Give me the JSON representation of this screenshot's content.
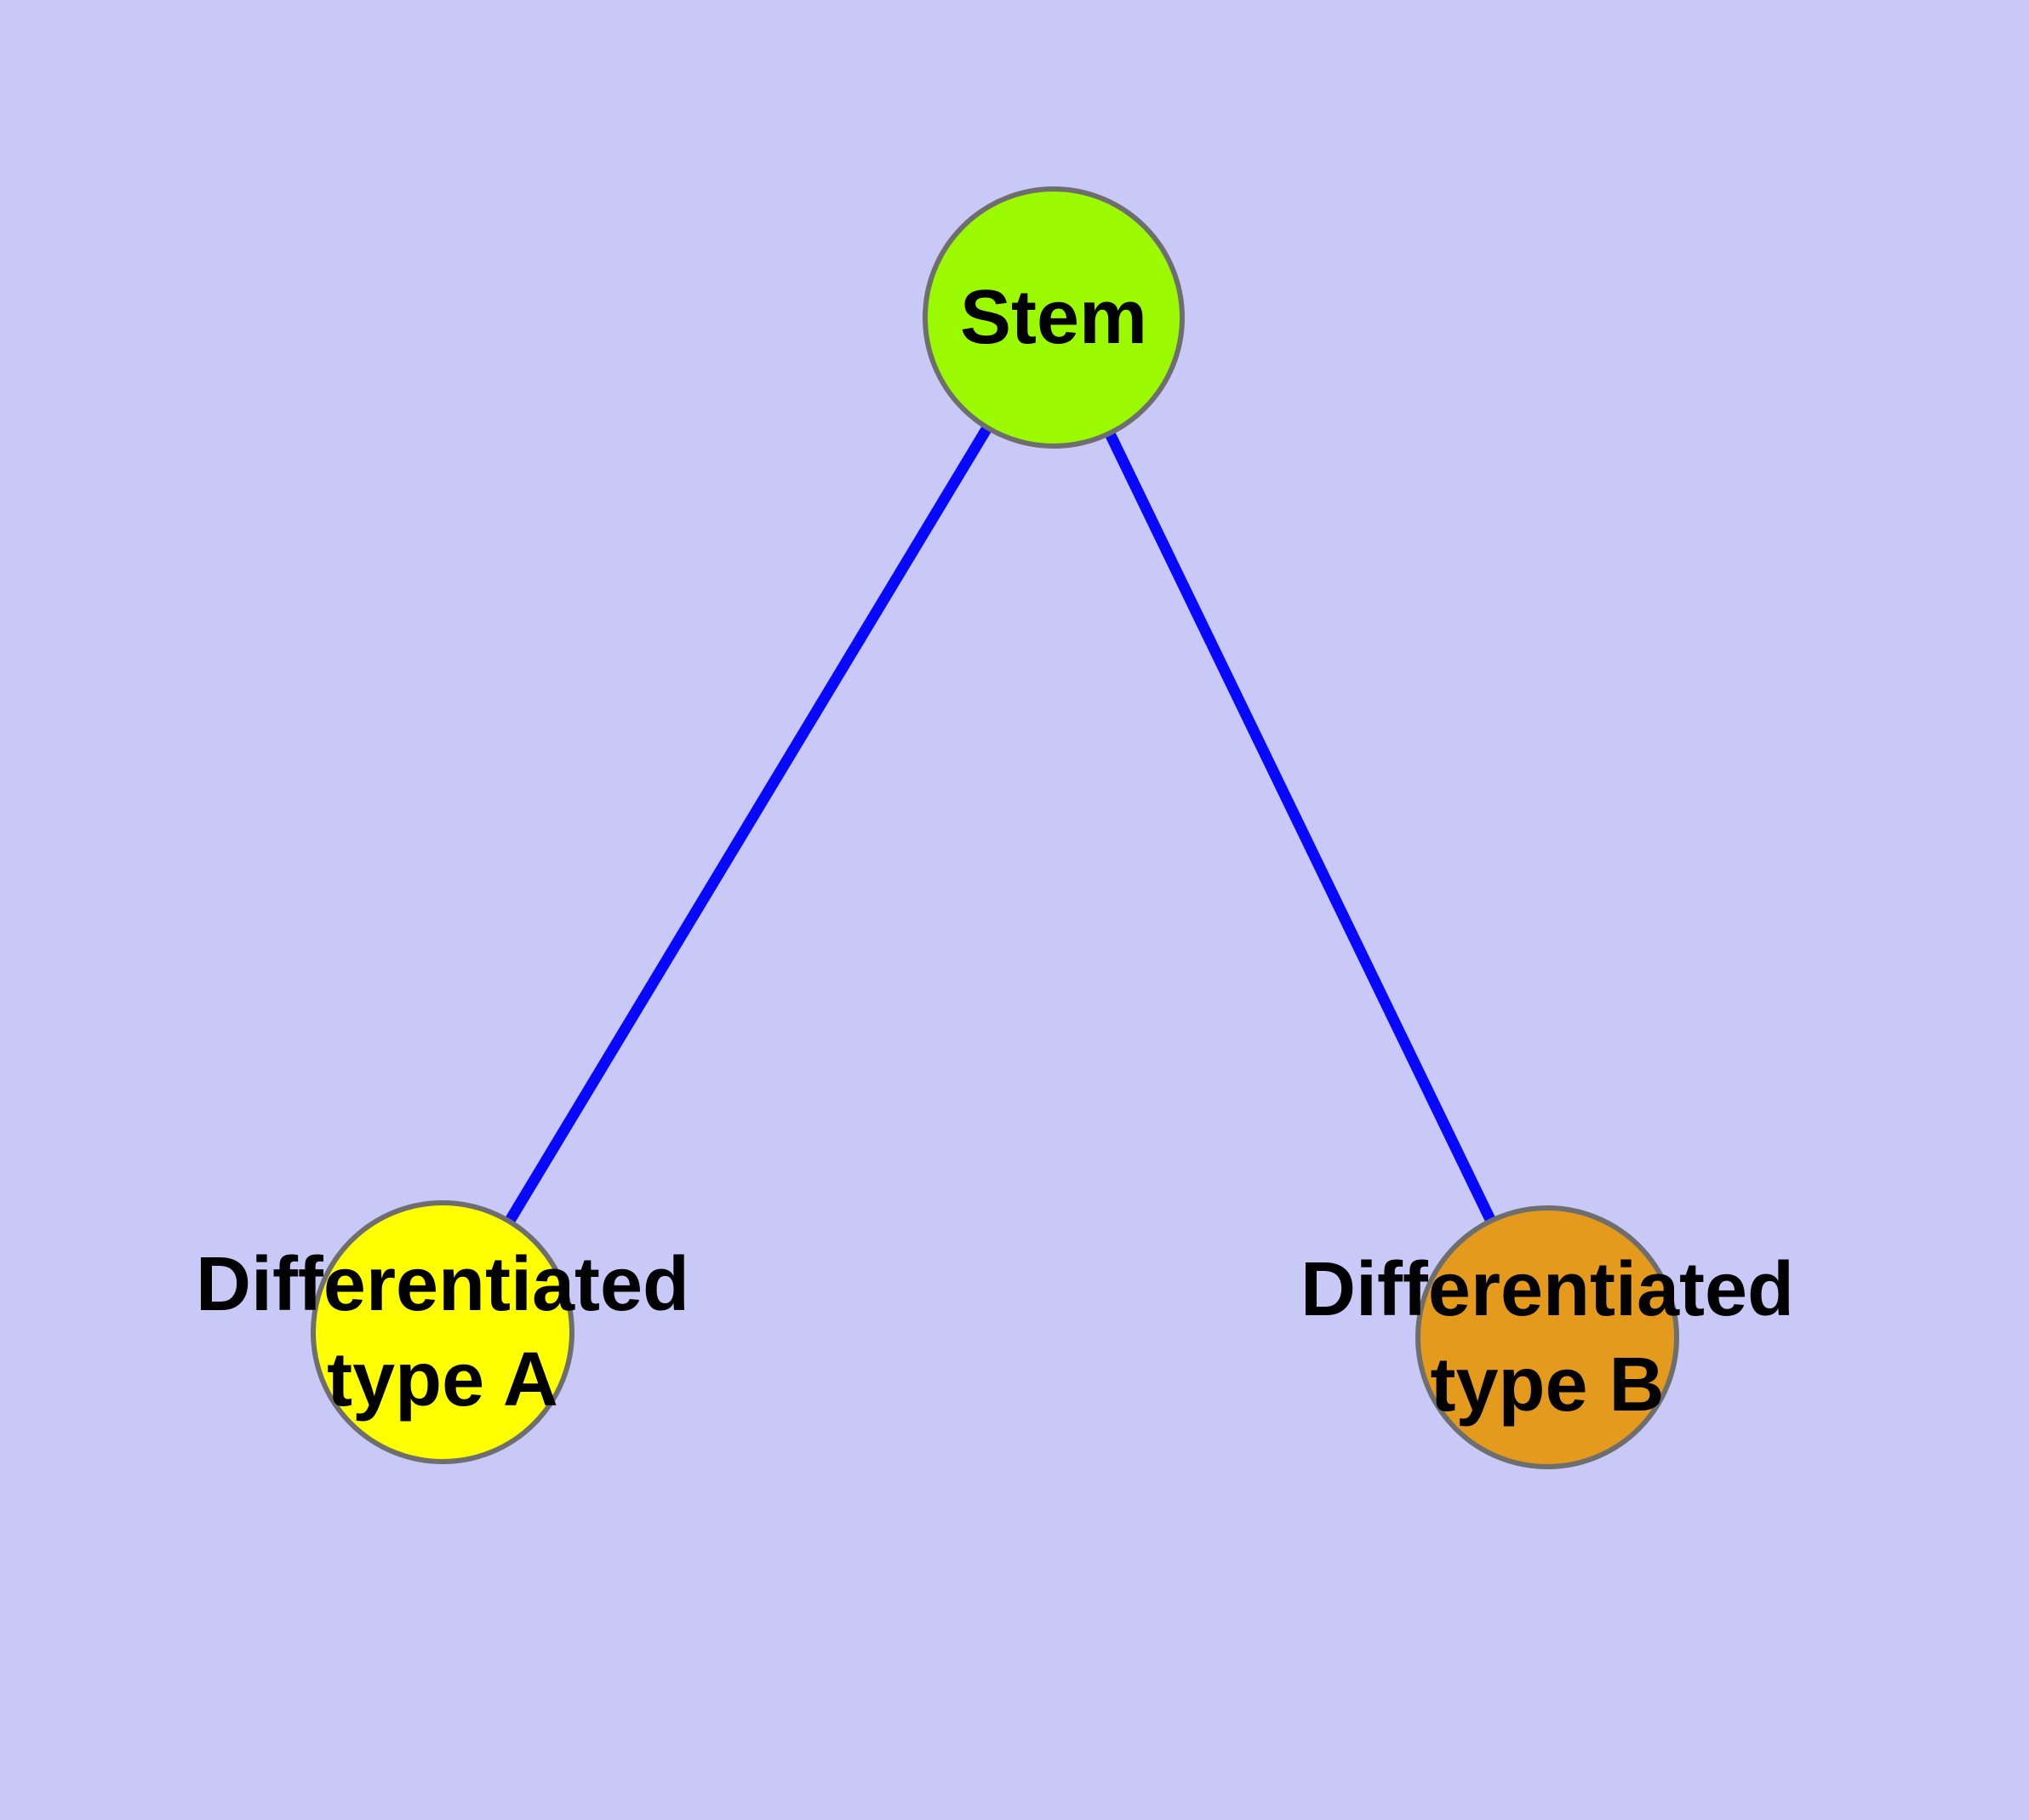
{
  "canvas": {
    "background_color": "#C9C9F7"
  },
  "edges": {
    "color": "#0808FF",
    "items": [
      {
        "from": "stem",
        "to": "differentiated-type-a"
      },
      {
        "from": "stem",
        "to": "differentiated-type-b"
      }
    ]
  },
  "nodes": {
    "border_color": "#6E6E6E",
    "label_color": "#000000",
    "stem": {
      "label": "Stem",
      "fill": "#9BFA00"
    },
    "type_a": {
      "label_line1": "Differentiated",
      "label_line2": "type A",
      "fill": "#FFFF00"
    },
    "type_b": {
      "label_line1": "Differentiated",
      "label_line2": "type B",
      "fill": "#E49A1D"
    }
  }
}
